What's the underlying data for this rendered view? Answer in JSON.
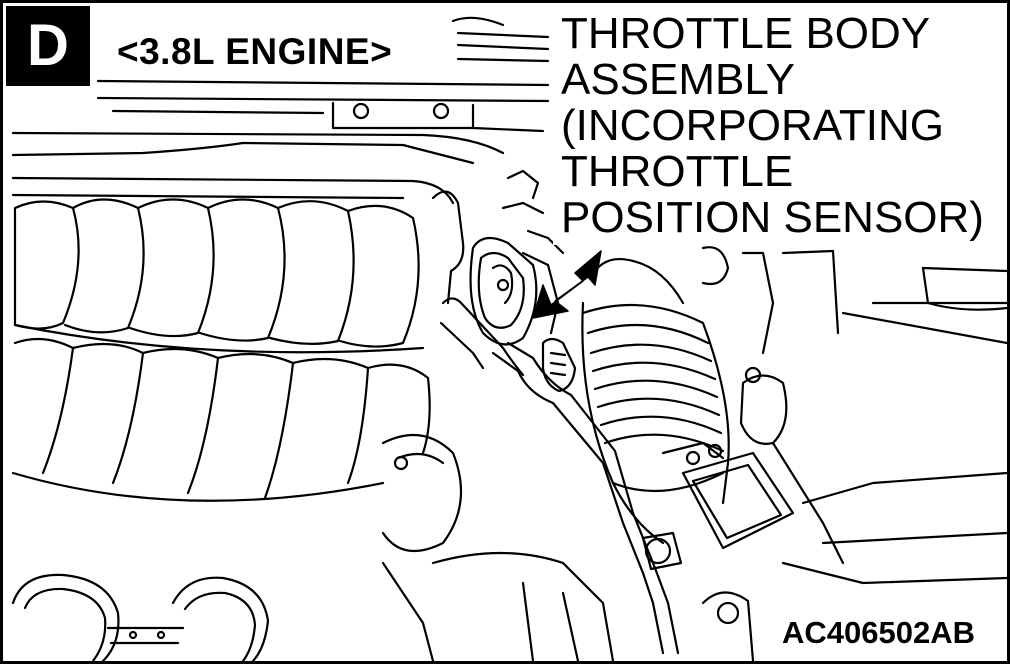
{
  "badge": {
    "letter": "D"
  },
  "engine_label": "<3.8L ENGINE>",
  "callout": {
    "lines": [
      "THROTTLE BODY",
      "ASSEMBLY",
      "(INCORPORATING",
      "THROTTLE",
      "POSITION SENSOR)"
    ]
  },
  "figure_id": "AC406502AB",
  "colors": {
    "ink": "#000000",
    "paper": "#ffffff"
  }
}
